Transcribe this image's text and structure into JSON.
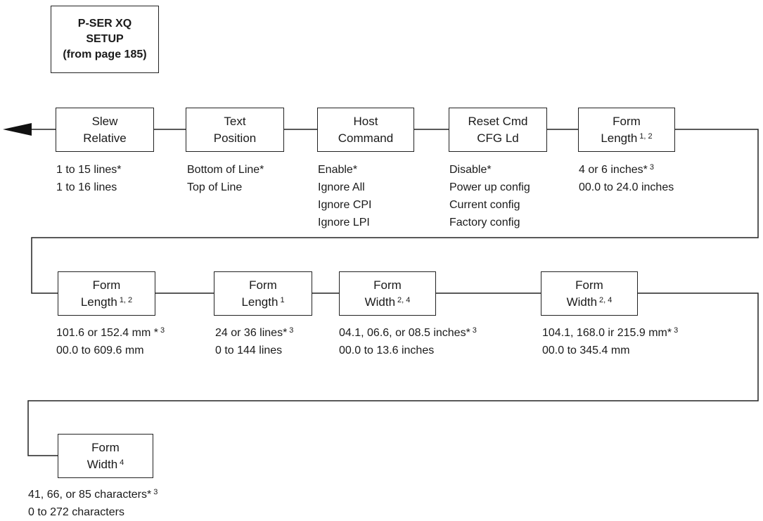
{
  "title_box": {
    "line1": "P-SER XQ",
    "line2": "SETUP",
    "line3": "(from page 185)"
  },
  "menus": [
    {
      "id": "slew-relative",
      "label1": "Slew",
      "label2": "Relative",
      "sup": "",
      "options": [
        "1 to 15 lines*",
        "1 to 16 lines"
      ],
      "option_sup": ""
    },
    {
      "id": "text-position",
      "label1": "Text",
      "label2": "Position",
      "sup": "",
      "options": [
        "Bottom of Line*",
        "Top of Line"
      ],
      "option_sup": ""
    },
    {
      "id": "host-command",
      "label1": "Host",
      "label2": "Command",
      "sup": "",
      "options": [
        "Enable*",
        "Ignore All",
        "Ignore CPI",
        "Ignore LPI"
      ],
      "option_sup": ""
    },
    {
      "id": "reset-cmd-cfg-ld",
      "label1": "Reset Cmd",
      "label2": "CFG Ld",
      "sup": "",
      "options": [
        "Disable*",
        "Power up config",
        "Current config",
        "Factory config"
      ],
      "option_sup": ""
    },
    {
      "id": "form-length-inches",
      "label1": "Form",
      "label2": "Length",
      "sup": "1, 2",
      "options": [
        "4 or 6 inches*",
        "00.0 to 24.0 inches"
      ],
      "option_sup": "3"
    },
    {
      "id": "form-length-mm",
      "label1": "Form",
      "label2": "Length",
      "sup": "1, 2",
      "options": [
        "101.6 or 152.4 mm *",
        "00.0 to 609.6 mm"
      ],
      "option_sup": "3"
    },
    {
      "id": "form-length-lines",
      "label1": "Form",
      "label2": "Length",
      "sup": "1",
      "options": [
        "24 or 36 lines*",
        "0 to 144 lines"
      ],
      "option_sup": "3"
    },
    {
      "id": "form-width-inches",
      "label1": "Form",
      "label2": "Width",
      "sup": "2, 4",
      "options": [
        "04.1, 06.6, or 08.5 inches*",
        "00.0 to 13.6 inches"
      ],
      "option_sup": "3"
    },
    {
      "id": "form-width-mm",
      "label1": "Form",
      "label2": "Width",
      "sup": "2, 4",
      "options": [
        "104.1, 168.0 ir 215.9 mm*",
        "00.0 to 345.4 mm"
      ],
      "option_sup": "3"
    },
    {
      "id": "form-width-chars",
      "label1": "Form",
      "label2": "Width",
      "sup": "4",
      "options": [
        "41, 66, or 85 characters*",
        "0 to 272 characters"
      ],
      "option_sup": "3"
    }
  ]
}
